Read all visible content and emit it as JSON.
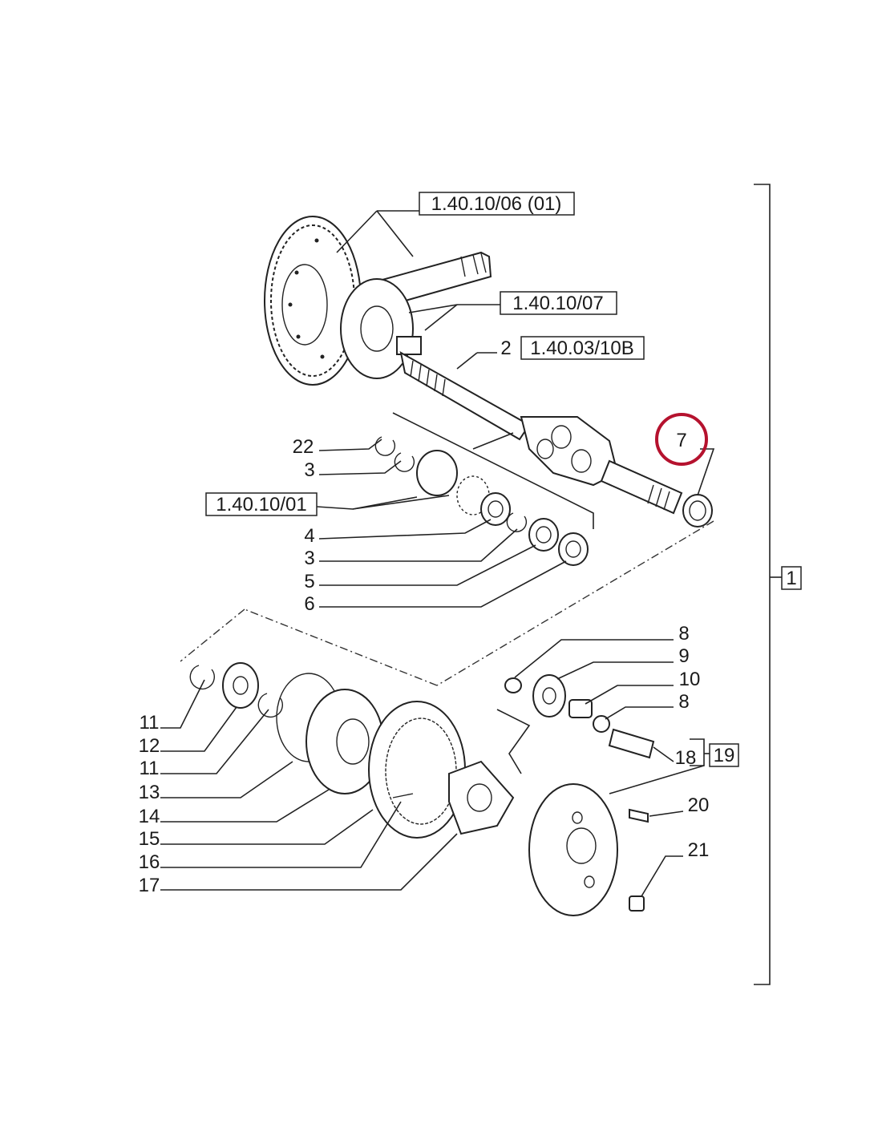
{
  "highlight_color": "#b5122e",
  "references": {
    "r1": "1.40.10/06 (01)",
    "r2": "1.40.10/07",
    "r3": "1.40.03/10B",
    "r4": "1.40.10/01"
  },
  "callouts": {
    "c2": "2",
    "c22": "22",
    "c3a": "3",
    "c4": "4",
    "c3b": "3",
    "c5": "5",
    "c6": "6",
    "c7": "7",
    "c8a": "8",
    "c9": "9",
    "c10": "10",
    "c8b": "8",
    "c18": "18",
    "c19": "19",
    "c20": "20",
    "c21": "21",
    "c11a": "11",
    "c12": "12",
    "c11b": "11",
    "c13": "13",
    "c14": "14",
    "c15": "15",
    "c16": "16",
    "c17": "17",
    "c1": "1"
  }
}
